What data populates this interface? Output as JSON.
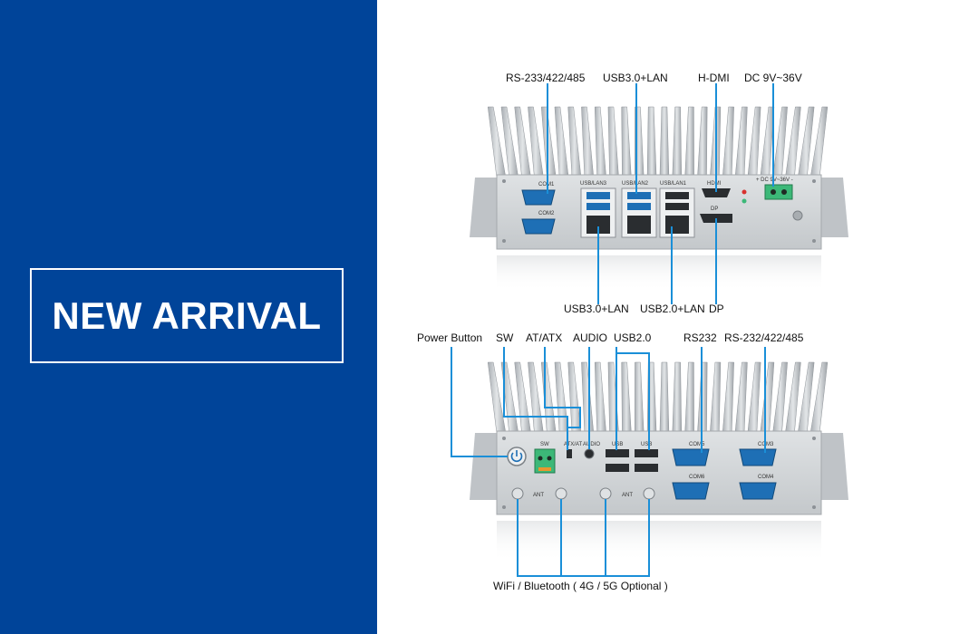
{
  "badge": {
    "text": "NEW ARRIVAL"
  },
  "colors": {
    "panel": "#004499",
    "callout": "#1a8fd8",
    "chassis": "#c9cdd1",
    "connector": "#1e6fb5",
    "terminal": "#3cb878"
  },
  "top_view": {
    "callouts_top": [
      "RS-233/422/485",
      "USB3.0+LAN",
      "H-DMI",
      "DC 9V~36V"
    ],
    "callouts_bottom": [
      "USB3.0+LAN",
      "USB2.0+LAN",
      "DP"
    ],
    "port_labels": [
      "COM1",
      "COM2",
      "USB/LAN3",
      "USB/LAN2",
      "USB/LAN1",
      "HDMI",
      "DP",
      "+ DC  9V~36V  -"
    ]
  },
  "bottom_view": {
    "callouts_top": [
      "Power Button",
      "SW",
      "AT/ATX",
      "AUDIO",
      "USB2.0",
      "RS232",
      "RS-232/422/485"
    ],
    "callout_bottom": "WiFi / Bluetooth ( 4G / 5G Optional )",
    "port_labels": [
      "SW",
      "ATX/AT",
      "AUDIO",
      "USB",
      "USB",
      "COM5",
      "COM3",
      "COM6",
      "COM4",
      "ANT",
      "ANT"
    ]
  }
}
